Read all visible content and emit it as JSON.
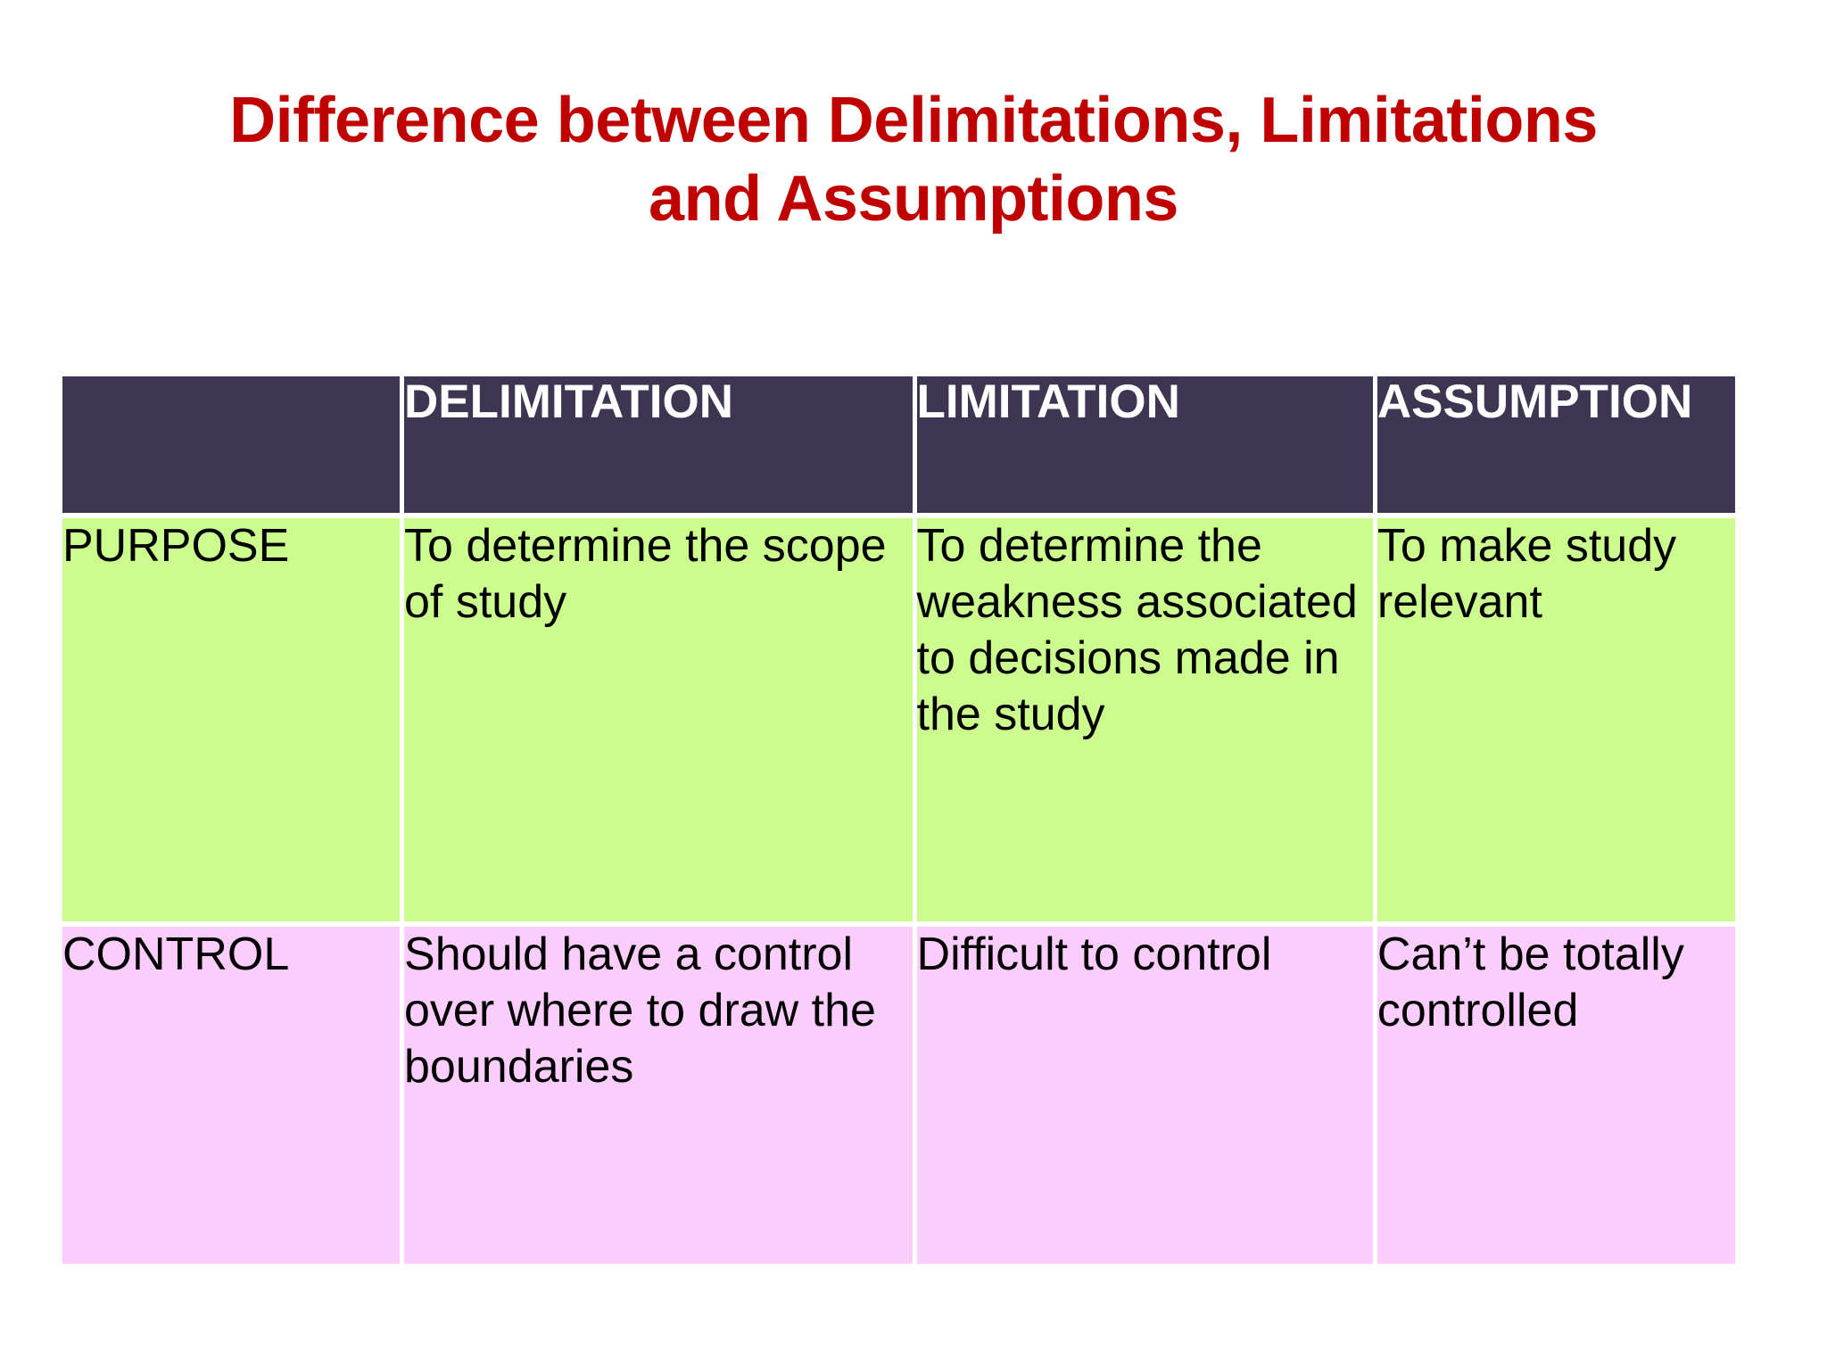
{
  "slide": {
    "title": "Difference between Delimitations, Limitations and Assumptions",
    "title_line_1": "Difference between Delimitations, Limitations",
    "title_line_2": "and Assumptions",
    "title_color": "#C00000",
    "background_color": "#FFFFFF"
  },
  "table": {
    "header_bg": "#3E3552",
    "header_text_color": "#FFFFFF",
    "row_colors": {
      "purpose": "#CCFB8E",
      "control": "#FACDFC"
    },
    "columns": [
      {
        "key": "row_label",
        "label": ""
      },
      {
        "key": "delimitation",
        "label": "DELIMITATION"
      },
      {
        "key": "limitation",
        "label": "LIMITATION"
      },
      {
        "key": "assumption",
        "label": "ASSUMPTION"
      }
    ],
    "rows": [
      {
        "label": "PURPOSE",
        "delimitation": "To determine the scope of study",
        "limitation": "To determine the weakness associated to decisions made in the study",
        "assumption": "To make study relevant"
      },
      {
        "label": "CONTROL",
        "delimitation": "Should have a control over where to draw the boundaries",
        "limitation": "Difficult to control",
        "assumption": "Can’t be totally controlled"
      }
    ]
  }
}
